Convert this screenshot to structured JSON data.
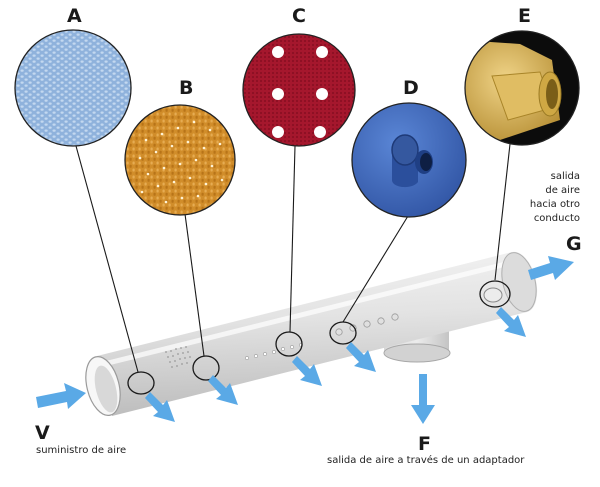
{
  "labels": {
    "a": "A",
    "b": "B",
    "c": "C",
    "d": "D",
    "e": "E",
    "f": "F",
    "g": "G",
    "v": "V"
  },
  "captions": {
    "supply": "suministro de aire",
    "adapter_outlet": "salida de aire a través de un adaptador",
    "other_duct": [
      "salida",
      "de aire",
      "hacia otro",
      "conducto"
    ]
  },
  "colors": {
    "arrow": "#5aa9e6",
    "duct": "#e6e6e6",
    "fabric_a": "#9fbfe3",
    "fabric_b": "#d9962f",
    "fabric_c": "#a8182e",
    "fabric_d": "#3a62b8",
    "fabric_e": "#d6b35a"
  },
  "icons": {
    "a": "fabric-weave-blue-icon",
    "b": "micro-perforated-fabric-icon",
    "c": "perforated-red-fabric-icon",
    "d": "nozzle-blue-fabric-icon",
    "e": "duct-adapter-collar-icon"
  }
}
